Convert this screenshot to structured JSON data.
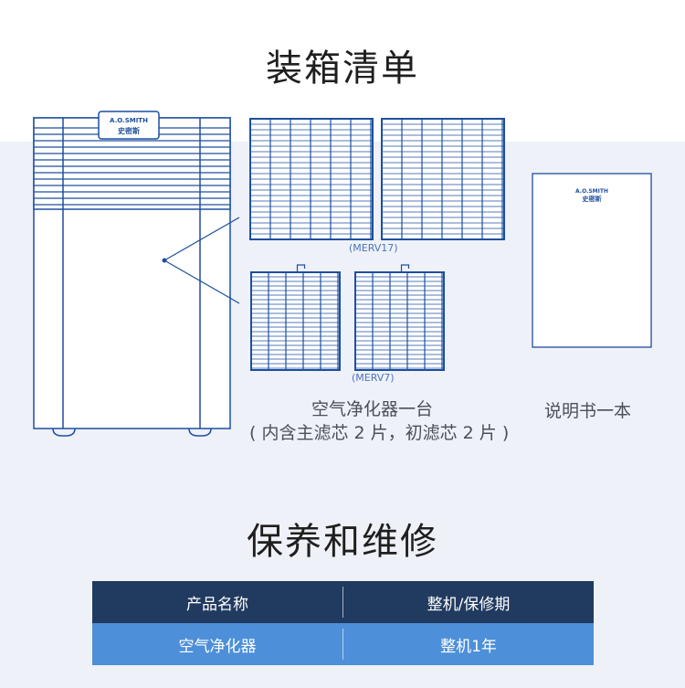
{
  "section1": {
    "title": "装箱清单",
    "brand_en": "A.O.SMITH",
    "brand_cn": "史密斯",
    "filter_main_label": "(MERV17)",
    "filter_pre_label": "(MERV7)",
    "purifier_caption": "空气净化器一台",
    "purifier_detail": "( 内含主滤芯 2 片，初滤芯 2 片 )",
    "manual_caption": "说明书一本"
  },
  "section2": {
    "title": "保养和维修",
    "table": {
      "headers": [
        "产品名称",
        "整机/保修期"
      ],
      "rows": [
        [
          "空气净化器",
          "整机1年"
        ]
      ]
    }
  },
  "colors": {
    "line_blue": "#1d4f9f",
    "header_navy": "#213a5f",
    "row_blue": "#4d8fd9",
    "band_gray": "#eef1f7"
  }
}
